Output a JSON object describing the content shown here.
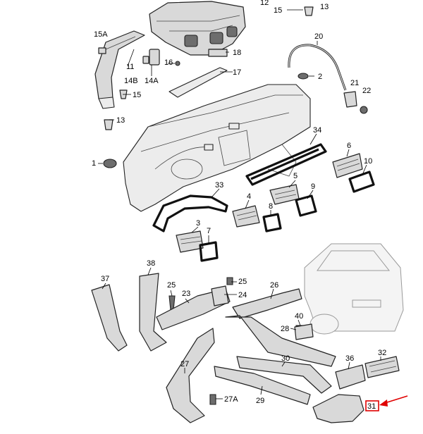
{
  "diagram": {
    "highlight_color": "#e00000",
    "labels": {
      "l1": "1",
      "l2": "2",
      "l3": "3",
      "l4": "4",
      "l5": "5",
      "l6": "6",
      "l7": "7",
      "l8": "8",
      "l9": "9",
      "l10": "10",
      "l11": "11",
      "l12": "12",
      "l13a": "13",
      "l13b": "13",
      "l14a": "14A",
      "l14b": "14B",
      "l15a": "15",
      "l15b": "15",
      "l15c": "15A",
      "l16": "16",
      "l17": "17",
      "l18": "18",
      "l20": "20",
      "l21": "21",
      "l22": "22",
      "l23": "23",
      "l24": "24",
      "l25a": "25",
      "l25b": "25",
      "l26": "26",
      "l27": "27",
      "l27a": "27A",
      "l28": "28",
      "l29": "29",
      "l30": "30",
      "l31": "31",
      "l32": "32",
      "l33": "33",
      "l34": "34",
      "l36": "36",
      "l37": "37",
      "l38": "38",
      "l40": "40"
    }
  }
}
